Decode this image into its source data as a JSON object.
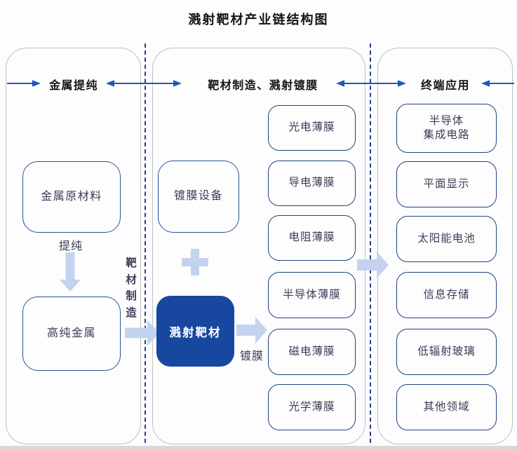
{
  "title": "溅射靶材产业链结构图",
  "colors": {
    "accent_arrow_blue": "#1f56c0",
    "light_block_arrow": "#c3d3ef",
    "dark_target_box_fill": "#17479e",
    "box_border_blue": "#2a4f9b",
    "dashed_divider_blue": "#2b3f8f",
    "container_border_gray": "#bcc0ca"
  },
  "icons": {
    "flow_arrows": "arrow-icon",
    "plus": "plus-icon"
  },
  "sections": {
    "left": {
      "header": "金属提纯",
      "raw_material_box": "金属原材料",
      "purify_label": "提纯",
      "high_purity_box": "高纯金属",
      "to_middle_label": "靶材制造"
    },
    "middle": {
      "header": "靶材制造、溅射镀膜",
      "coating_equipment_box": "镀膜设备",
      "target_box": "溅射靶材",
      "coating_label": "镀膜",
      "films": [
        "光电薄膜",
        "导电薄膜",
        "电阻薄膜",
        "半导体薄膜",
        "磁电薄膜",
        "光学薄膜"
      ]
    },
    "right": {
      "header": "终端应用",
      "applications": [
        "半导体\n集成电路",
        "平面显示",
        "太阳能电池",
        "信息存储",
        "低辐射玻璃",
        "其他领域"
      ]
    }
  }
}
